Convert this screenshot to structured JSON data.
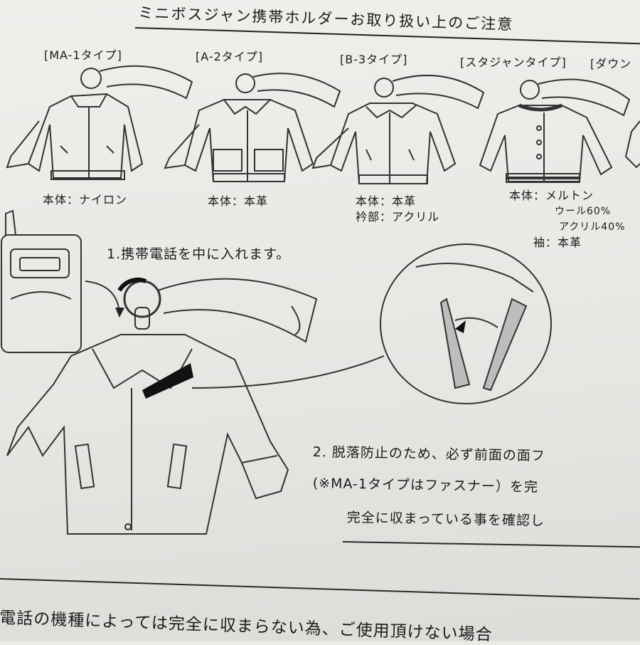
{
  "header": {
    "title": "ミニボスジャン携帯ホルダーお取り扱い上のご注意"
  },
  "jacket_types": [
    {
      "label": "[MA-1タイプ]",
      "materials": [
        "本体：ナイロン"
      ]
    },
    {
      "label": "[A-2タイプ]",
      "materials": [
        "本体：本革"
      ]
    },
    {
      "label": "[B-3タイプ]",
      "materials": [
        "本体：本革",
        "衿部：アクリル"
      ]
    },
    {
      "label": "[スタジャンタイプ]",
      "materials": [
        "本体：メルトン",
        "ウール60%",
        "アクリル40%",
        "袖：本革"
      ]
    },
    {
      "label": "[ダウン",
      "materials": []
    }
  ],
  "steps": {
    "step1": "1.携帯電話を中に入れます。",
    "step2_line1": "2. 脱落防止のため、必ず前面の面フ",
    "step2_line2": "(※MA-1タイプはファスナー）を完",
    "step2_line3": "完全に収まっている事を確認し"
  },
  "bottom_note": "電話の機種によっては完全に収まらない為、ご使用頂けない場合"
}
